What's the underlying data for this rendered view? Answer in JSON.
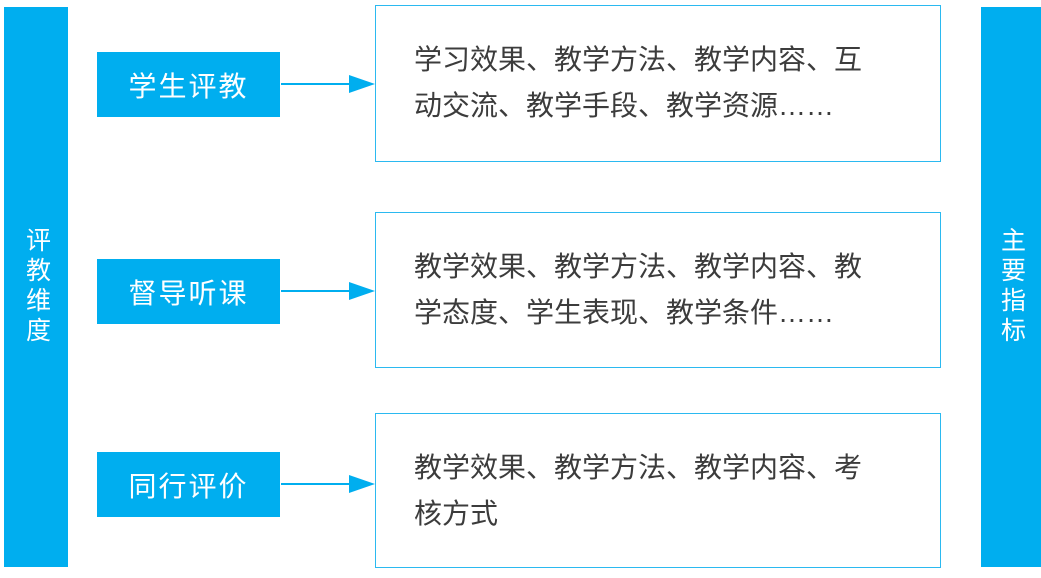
{
  "left_bar": {
    "label": "评教维度"
  },
  "right_bar": {
    "label": "主要指标"
  },
  "rows": [
    {
      "dimension": "学生评教",
      "indicators": "学习效果、教学方法、教学内容、互动交流、教学手段、教学资源……"
    },
    {
      "dimension": "督导听课",
      "indicators": "教学效果、教学方法、教学内容、教学态度、学生表现、教学条件……"
    },
    {
      "dimension": "同行评价",
      "indicators": "教学效果、教学方法、教学内容、考核方式"
    }
  ],
  "colors": {
    "accent": "#00AEEF",
    "box_border": "#2BB9F0",
    "text_dark": "#3C3C3C",
    "text_light": "#FFFFFF",
    "background": "#FFFFFF"
  }
}
